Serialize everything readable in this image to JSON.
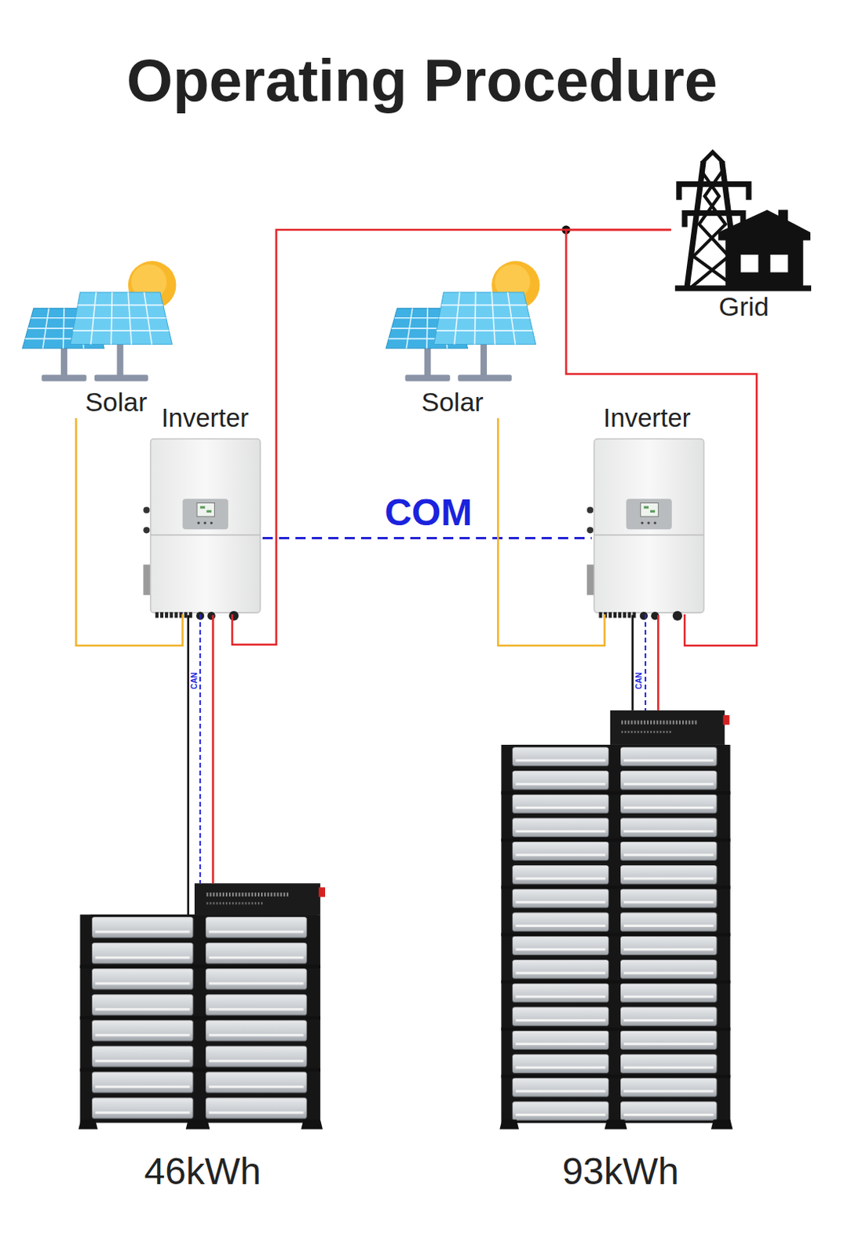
{
  "diagram": {
    "title": "Operating Procedure",
    "nodes": [
      {
        "text": [
          "Grid"
        ]
      },
      {
        "text": [
          "Solar"
        ]
      },
      {
        "text": [
          "Inverter"
        ]
      },
      {
        "text": [
          "Solar"
        ]
      },
      {
        "text": [
          "Inverter"
        ]
      },
      {
        "text": [
          "46kWh"
        ]
      },
      {
        "text": [
          "93kWh"
        ]
      }
    ],
    "edges": [
      {
        "from": 1,
        "to": 2,
        "arrow": "none"
      },
      {
        "from": 2,
        "to": 0,
        "arrow": "none"
      },
      {
        "from": 2,
        "to": 4,
        "label": "COM",
        "arrow": "none"
      },
      {
        "from": 3,
        "to": 4,
        "arrow": "none"
      },
      {
        "from": 4,
        "to": 0,
        "arrow": "none"
      },
      {
        "from": 2,
        "to": 5,
        "label": "CAN",
        "arrow": "none"
      },
      {
        "from": 4,
        "to": 6,
        "label": "CAN",
        "arrow": "none"
      }
    ]
  }
}
